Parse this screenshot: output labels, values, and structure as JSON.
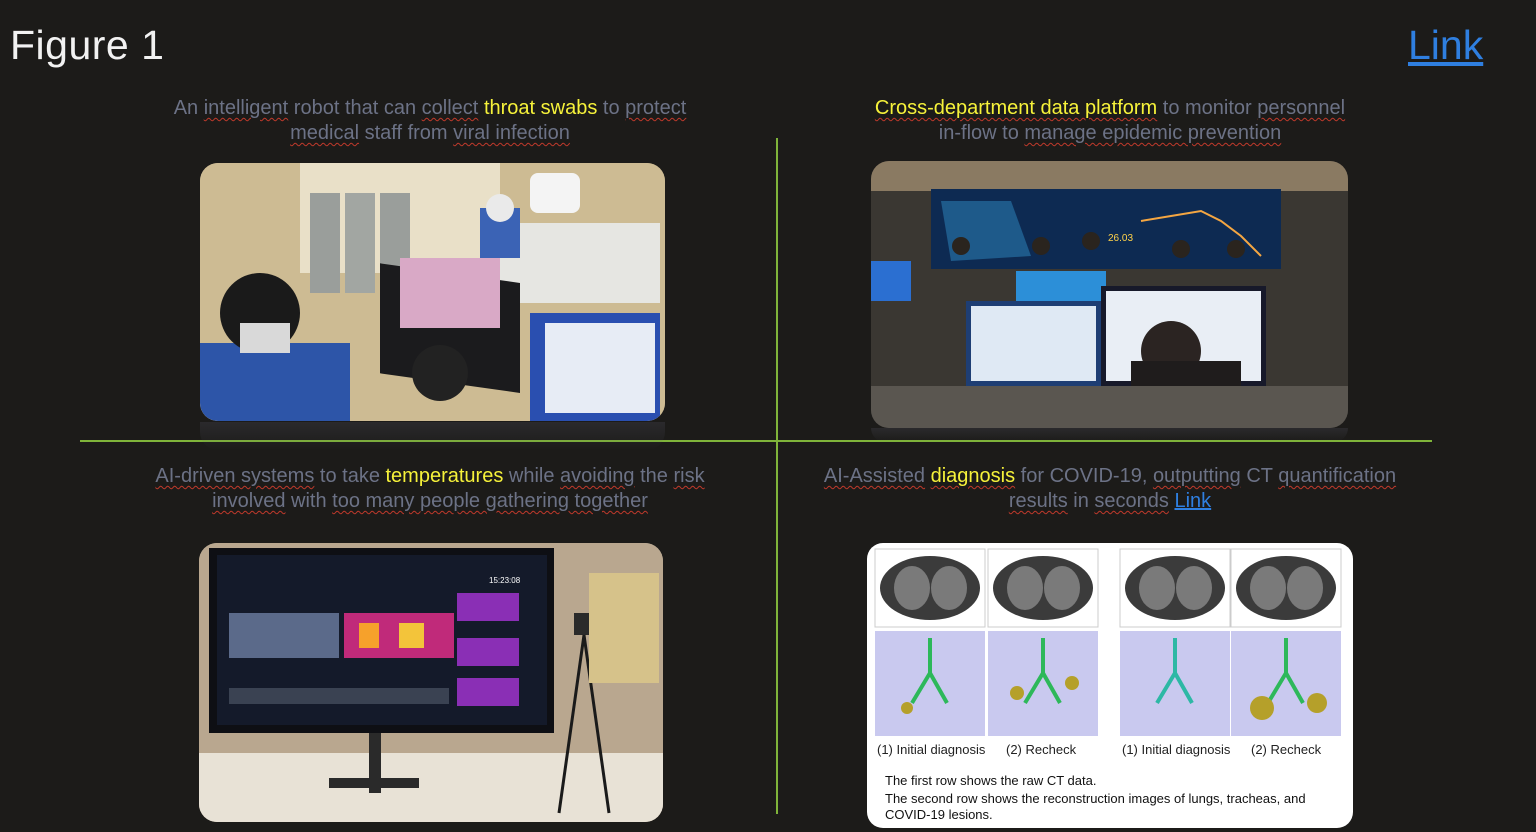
{
  "title": "Figure 1",
  "top_link": "Link",
  "colors": {
    "background": "#1c1b19",
    "divider": "#7fb43a",
    "highlight": "#f6f23a",
    "link": "#2f7fe0",
    "caption": "#6c7286"
  },
  "panels": [
    {
      "caption_parts": [
        "An ",
        "intelligent",
        " robot that can ",
        "collect",
        " ",
        "throat swabs",
        " to ",
        "protect",
        " ",
        "medical",
        " staff from ",
        "viral infection"
      ],
      "image": "robot-throat-swab-photo"
    },
    {
      "caption_parts": [
        "Cross-department data platform",
        " to monitor ",
        "personnel",
        " in-flow to ",
        "manage epidemic prevention"
      ],
      "image": "data-platform-control-room-photo",
      "screen_value": "26.03"
    },
    {
      "caption_parts": [
        "AI-driven systems",
        " to take ",
        "temperatures",
        " while ",
        "avoiding",
        " the ",
        "risk",
        " ",
        "involved",
        " with ",
        "too many people gathering together"
      ],
      "image": "thermal-screening-photo",
      "screen_time": "15:23:08"
    },
    {
      "caption_parts": [
        "AI-Assisted",
        " ",
        "diagnosis",
        " for COVID-19, ",
        "outputting",
        " CT ",
        "quantification",
        " ",
        "results",
        " in ",
        "seconds",
        " ",
        "Link"
      ],
      "image": "ct-scan-figure",
      "ct_labels": [
        "(1) Initial diagnosis",
        "(2) Recheck",
        "(1) Initial diagnosis",
        "(2) Recheck"
      ],
      "ct_note_1": "The first row shows the raw CT data.",
      "ct_note_2": "The second row shows the reconstruction images of lungs, tracheas, and",
      "ct_note_3": "COVID-19 lesions."
    }
  ]
}
